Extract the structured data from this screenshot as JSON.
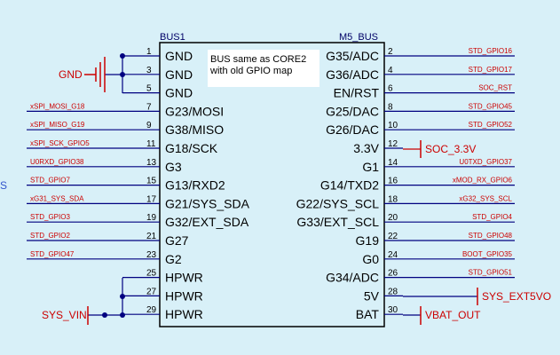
{
  "diagram": {
    "left_ref": "BUS1",
    "right_ref": "M5_BUS",
    "note_lines": [
      "BUS same as CORE2",
      "with old GPIO map"
    ],
    "left_edge_text": "S",
    "left_pins": [
      {
        "num": "1",
        "name": "GND",
        "net": ""
      },
      {
        "num": "3",
        "name": "GND",
        "net": ""
      },
      {
        "num": "5",
        "name": "GND",
        "net": ""
      },
      {
        "num": "7",
        "name": "G23/MOSI",
        "net": "xSPI_MOSI_G18"
      },
      {
        "num": "9",
        "name": "G38/MISO",
        "net": "xSPI_MISO_G19"
      },
      {
        "num": "11",
        "name": "G18/SCK",
        "net": "xSPI_SCK_GPIO5"
      },
      {
        "num": "13",
        "name": "G3",
        "net": "U0RXD_GPIO38"
      },
      {
        "num": "15",
        "name": "G13/RXD2",
        "net": "STD_GPIO7"
      },
      {
        "num": "17",
        "name": "G21/SYS_SDA",
        "net": "xG31_SYS_SDA"
      },
      {
        "num": "19",
        "name": "G32/EXT_SDA",
        "net": "STD_GPIO3"
      },
      {
        "num": "21",
        "name": "G27",
        "net": "STD_GPIO2"
      },
      {
        "num": "23",
        "name": "G2",
        "net": "STD_GPIO47"
      },
      {
        "num": "25",
        "name": "HPWR",
        "net": ""
      },
      {
        "num": "27",
        "name": "HPWR",
        "net": ""
      },
      {
        "num": "29",
        "name": "HPWR",
        "net": ""
      }
    ],
    "right_pins": [
      {
        "num": "2",
        "name": "G35/ADC",
        "net": "STD_GPIO16"
      },
      {
        "num": "4",
        "name": "G36/ADC",
        "net": "STD_GPIO17"
      },
      {
        "num": "6",
        "name": "EN/RST",
        "net": "SOC_RST"
      },
      {
        "num": "8",
        "name": "G25/DAC",
        "net": "STD_GPIO45"
      },
      {
        "num": "10",
        "name": "G26/DAC",
        "net": "STD_GPIO52"
      },
      {
        "num": "12",
        "name": "3.3V",
        "net": ""
      },
      {
        "num": "14",
        "name": "G1",
        "net": "U0TXD_GPIO37"
      },
      {
        "num": "16",
        "name": "G14/TXD2",
        "net": "xMOD_RX_GPIO6"
      },
      {
        "num": "18",
        "name": "G22/SYS_SCL",
        "net": "xG32_SYS_SCL"
      },
      {
        "num": "20",
        "name": "G33/EXT_SCL",
        "net": "STD_GPIO4"
      },
      {
        "num": "22",
        "name": "G19",
        "net": "STD_GPIO48"
      },
      {
        "num": "24",
        "name": "G0",
        "net": "BOOT_GPIO35"
      },
      {
        "num": "26",
        "name": "G34/ADC",
        "net": "STD_GPIO51"
      },
      {
        "num": "28",
        "name": "5V",
        "net": ""
      },
      {
        "num": "30",
        "name": "BAT",
        "net": ""
      }
    ],
    "power_labels": {
      "gnd": "GND",
      "soc_3v3": "SOC_3.3V",
      "sys_vin": "SYS_VIN",
      "sys_ext5vo": "SYS_EXT5VO",
      "vbat_out": "VBAT_OUT"
    },
    "colors": {
      "background": "#d8f0f8",
      "wire": "#000080",
      "box_fill": "#d8f0f8",
      "box_stroke": "#000000",
      "net_text": "#cc0000",
      "power_symbol": "#cc0000",
      "junction": "#000080"
    }
  }
}
